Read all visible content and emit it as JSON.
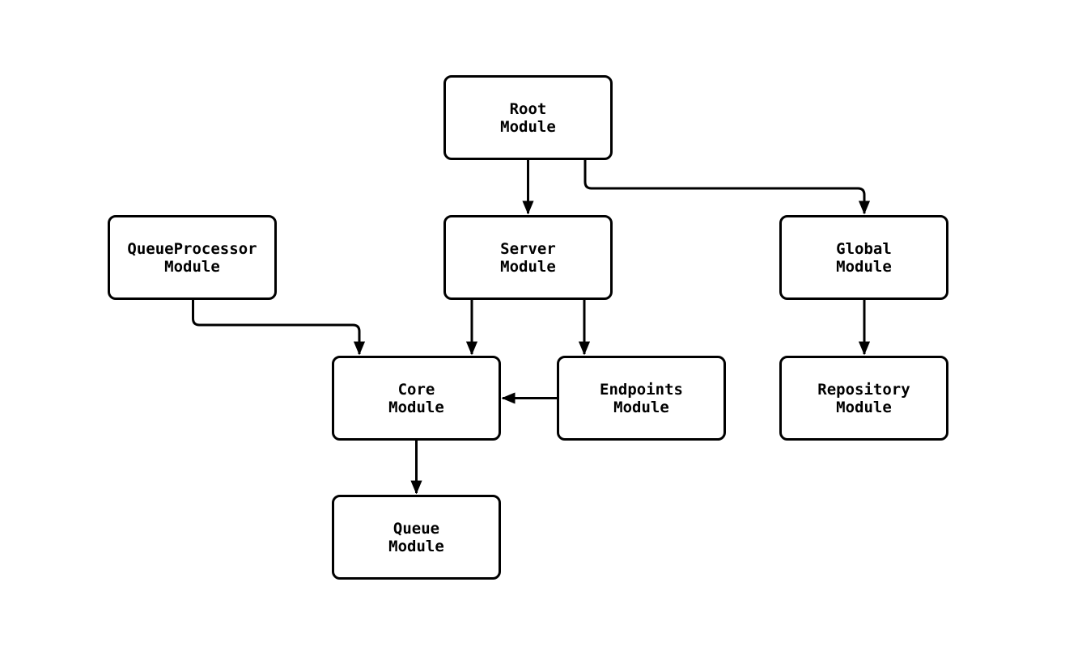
{
  "diagram": {
    "type": "flowchart",
    "background_color": "#ffffff",
    "node_fill_color": "#ffffff",
    "node_border_color": "#000000",
    "text_color": "#000000",
    "edge_color": "#000000",
    "nodes": {
      "root": {
        "label": "Root\nModule"
      },
      "queueProcessor": {
        "label": "QueueProcessor\nModule"
      },
      "server": {
        "label": "Server\nModule"
      },
      "global": {
        "label": "Global\nModule"
      },
      "core": {
        "label": "Core\nModule"
      },
      "endpoints": {
        "label": "Endpoints\nModule"
      },
      "repository": {
        "label": "Repository\nModule"
      },
      "queue": {
        "label": "Queue\nModule"
      }
    },
    "edges": [
      {
        "from": "Root Module",
        "to": "Server Module"
      },
      {
        "from": "Root Module",
        "to": "Global Module"
      },
      {
        "from": "QueueProcessor Module",
        "to": "Core Module"
      },
      {
        "from": "Server Module",
        "to": "Core Module"
      },
      {
        "from": "Server Module",
        "to": "Endpoints Module"
      },
      {
        "from": "Endpoints Module",
        "to": "Core Module"
      },
      {
        "from": "Global Module",
        "to": "Repository Module"
      },
      {
        "from": "Core Module",
        "to": "Queue Module"
      }
    ]
  }
}
